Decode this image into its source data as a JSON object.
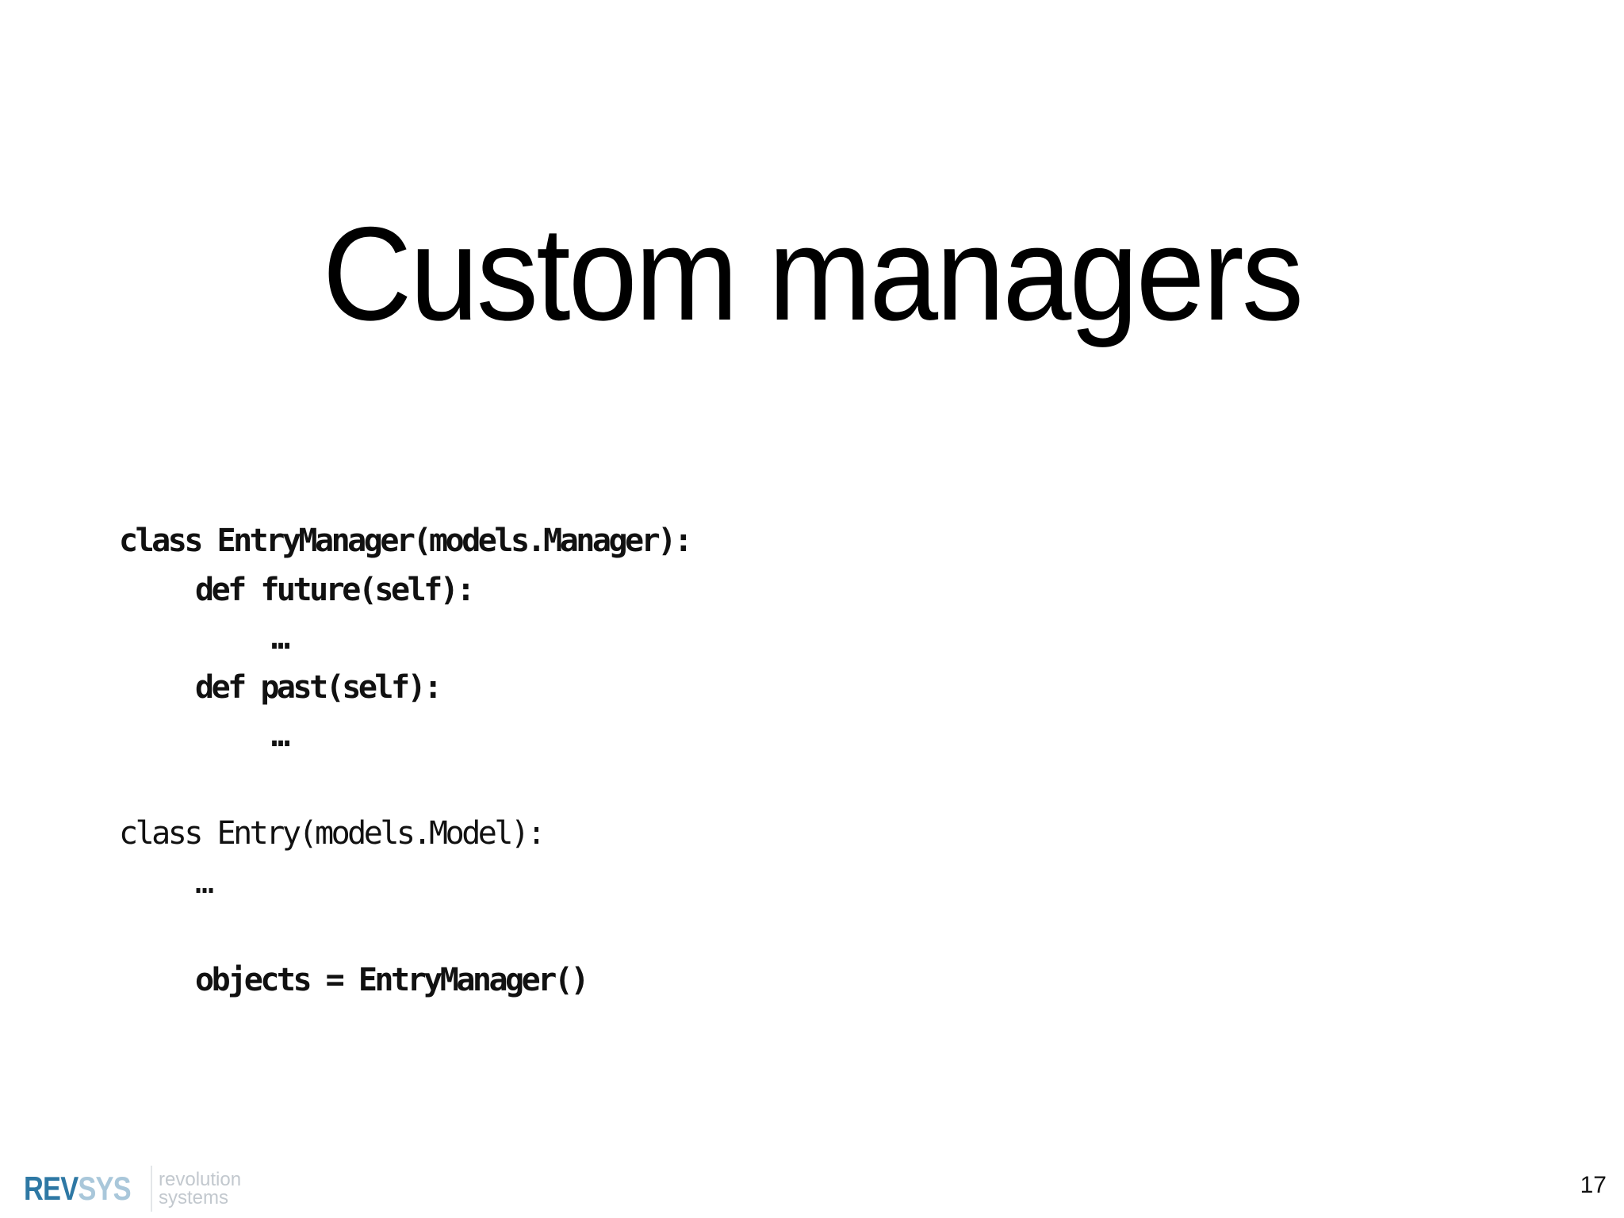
{
  "slide": {
    "title": "Custom managers",
    "page_number": "17"
  },
  "code": {
    "lines": [
      {
        "text": "class EntryManager(models.Manager):",
        "indent": 0,
        "weight": "bold"
      },
      {
        "text": "def future(self):",
        "indent": 1,
        "weight": "bold"
      },
      {
        "text": "…",
        "indent": 2,
        "weight": "bold"
      },
      {
        "text": "def past(self):",
        "indent": 1,
        "weight": "bold"
      },
      {
        "text": "…",
        "indent": 2,
        "weight": "bold"
      },
      {
        "text": "",
        "indent": 0,
        "weight": "normal"
      },
      {
        "text": "class Entry(models.Model):",
        "indent": 0,
        "weight": "normal"
      },
      {
        "text": "…",
        "indent": 1,
        "weight": "normal"
      },
      {
        "text": "",
        "indent": 0,
        "weight": "normal"
      },
      {
        "text": "objects = EntryManager()",
        "indent": 1,
        "weight": "bold"
      }
    ]
  },
  "footer": {
    "logo_rev": "REV",
    "logo_sys": "SYS",
    "tagline_line1": "revolution",
    "tagline_line2": "systems",
    "colors": {
      "rev": "#2e78a4",
      "sys": "#a9c7da",
      "tagline": "#c2c8ce"
    }
  }
}
